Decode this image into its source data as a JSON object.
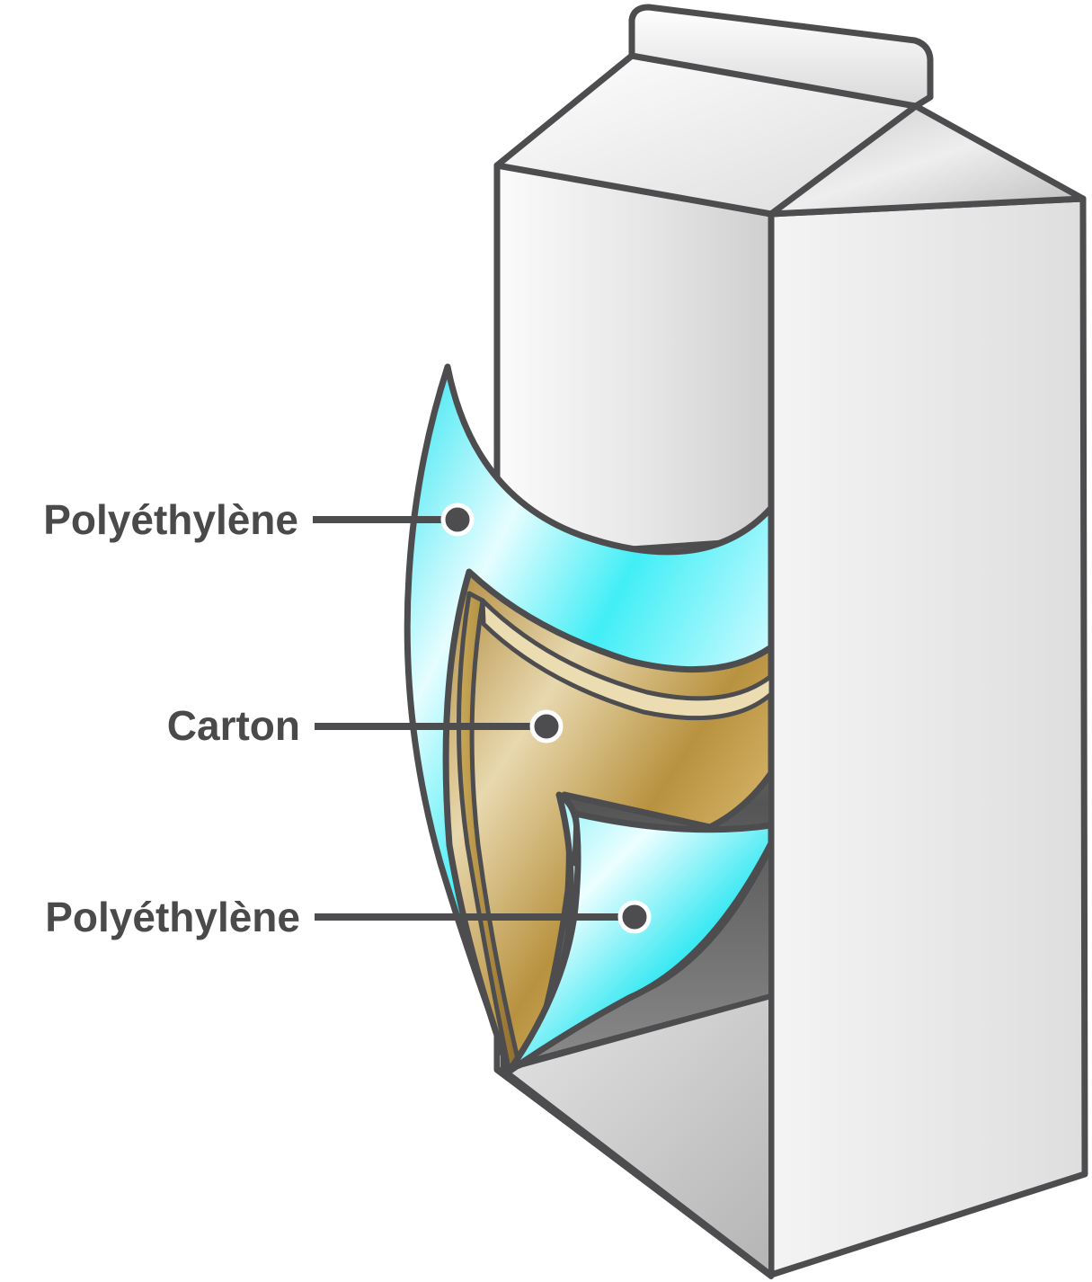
{
  "diagram": {
    "labels": {
      "top_layer": "Polyéthylène",
      "middle_layer": "Carton",
      "bottom_layer": "Polyéthylène"
    },
    "colors": {
      "outline": "#4d4d4f",
      "polyethylene": "#1ee9f3",
      "carton": "#b38f3f",
      "carton_face": "#ececec"
    }
  }
}
